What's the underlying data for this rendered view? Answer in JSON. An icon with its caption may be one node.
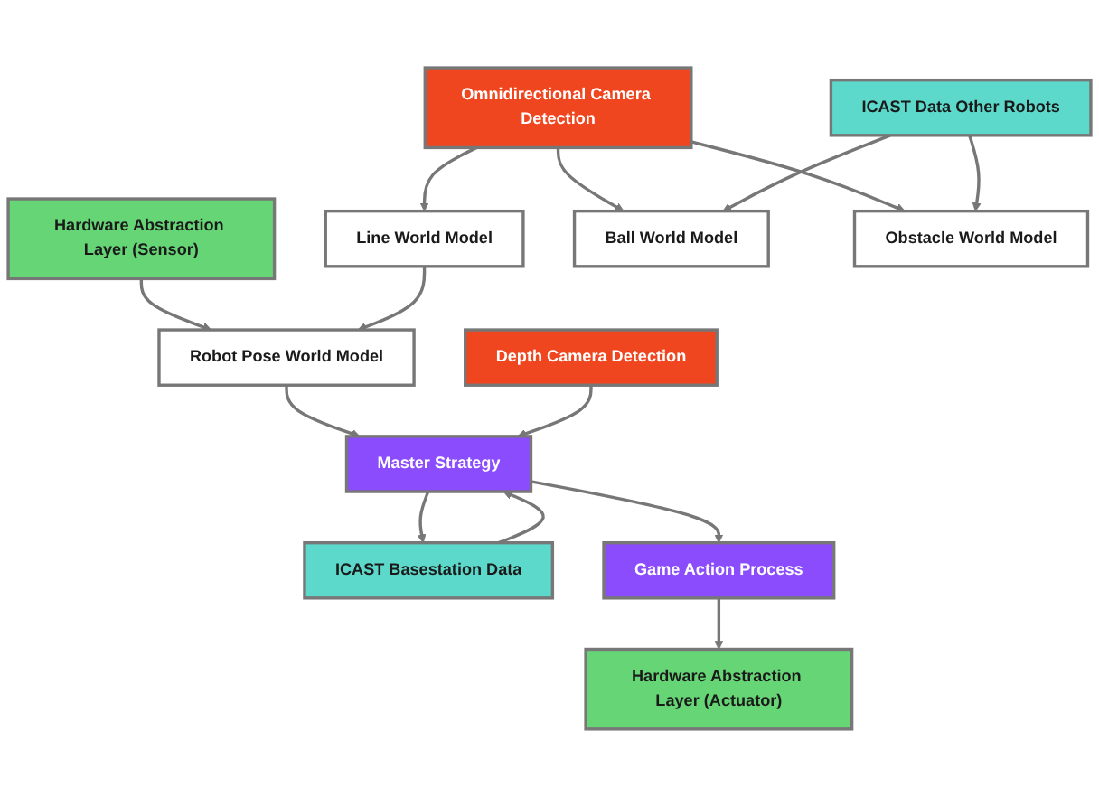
{
  "diagram": {
    "nodes": [
      {
        "text": [
          "Omnidirectional Camera Detection"
        ]
      },
      {
        "text": [
          "ICAST Data Other Robots"
        ]
      },
      {
        "text": [
          "Hardware Abstraction Layer (Sensor)"
        ]
      },
      {
        "text": [
          "Line World Model"
        ]
      },
      {
        "text": [
          "Ball World Model"
        ]
      },
      {
        "text": [
          "Obstacle World Model"
        ]
      },
      {
        "text": [
          "Robot Pose World Model"
        ]
      },
      {
        "text": [
          "ICAST Basestation Data"
        ]
      },
      {
        "text": [
          "Master Strategy"
        ]
      },
      {
        "text": [
          "Depth Camera Detection"
        ]
      },
      {
        "text": [
          "Game Action Process"
        ]
      },
      {
        "text": [
          "Hardware Abstraction Layer (Actuator)"
        ]
      }
    ],
    "edges": [
      {
        "from": 0,
        "to": 3,
        "arrow": "to"
      },
      {
        "from": 0,
        "to": 4,
        "arrow": "to"
      },
      {
        "from": 0,
        "to": 5,
        "arrow": "to"
      },
      {
        "from": 1,
        "to": 4,
        "arrow": "to"
      },
      {
        "from": 1,
        "to": 5,
        "arrow": "to"
      },
      {
        "from": 2,
        "to": 6,
        "arrow": "to"
      },
      {
        "from": 3,
        "to": 6,
        "arrow": "to"
      },
      {
        "from": 6,
        "to": 8,
        "arrow": "to"
      },
      {
        "from": 8,
        "to": 7,
        "arrow": "to"
      },
      {
        "from": 7,
        "to": 8,
        "arrow": "to"
      },
      {
        "from": 9,
        "to": 8,
        "arrow": "to"
      },
      {
        "from": 8,
        "to": 10,
        "arrow": "to"
      },
      {
        "from": 10,
        "to": 11,
        "arrow": "to"
      }
    ]
  }
}
